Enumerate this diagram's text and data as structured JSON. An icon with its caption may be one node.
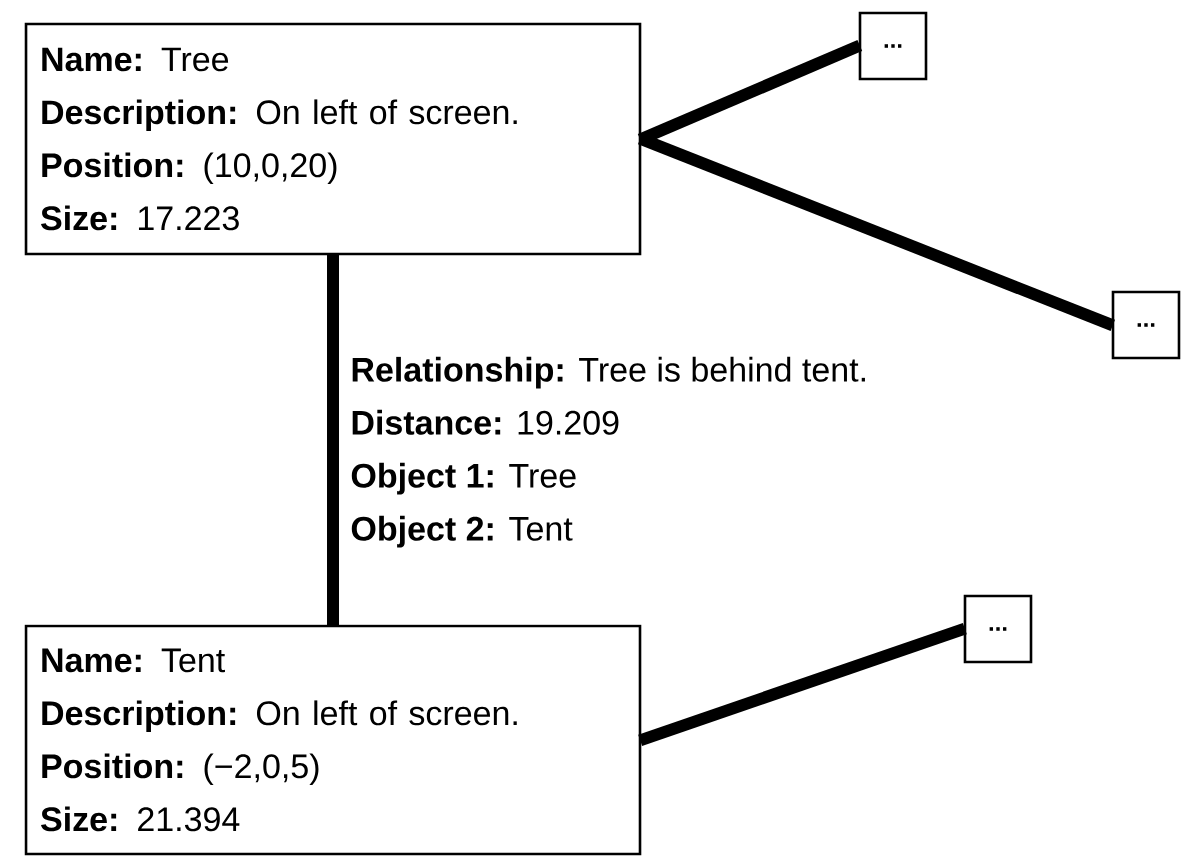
{
  "diagram": {
    "nodes": [
      {
        "text": [
          "**Name:** Tree",
          "**Description:** On left of screen.",
          "**Position:** (10,0,20)",
          "**Size:** 17.223"
        ]
      },
      {
        "text": [
          "..."
        ]
      },
      {
        "text": [
          "..."
        ]
      },
      {
        "text": [
          "**Name:** Tent",
          "**Description:** On left of screen.",
          "**Position:** (−2,0,5)",
          "**Size:** 21.394"
        ]
      },
      {
        "text": [
          "..."
        ]
      }
    ],
    "edges": [
      {
        "from": 0,
        "to": 1,
        "arrow": "none"
      },
      {
        "from": 0,
        "to": 2,
        "arrow": "none"
      },
      {
        "from": 0,
        "to": 3,
        "arrow": "none"
      },
      {
        "from": 3,
        "to": 4,
        "arrow": "none"
      }
    ],
    "labels": [
      "**Relationship:** Tree is behind tent.",
      "**Distance:** 19.209",
      "**Object 1:** Tree",
      "**Object 2:** Tent"
    ]
  }
}
